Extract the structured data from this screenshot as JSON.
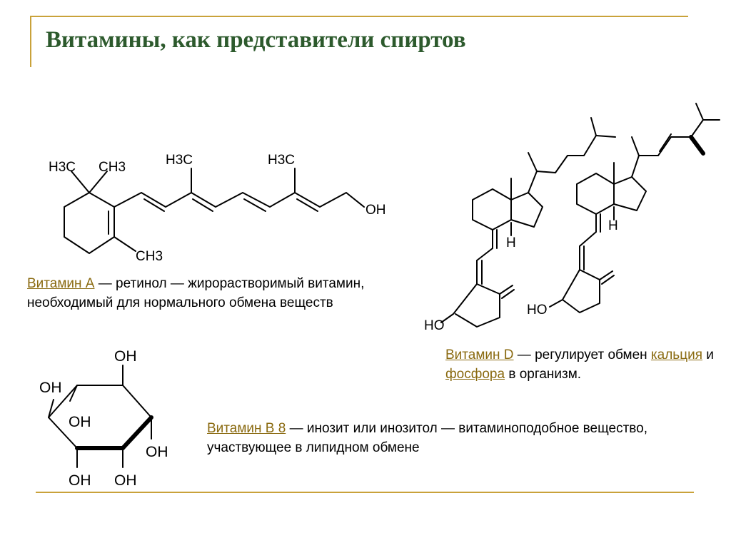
{
  "title": "Витамины, как представители спиртов",
  "vitamin_a": {
    "link": "Витамин А",
    "text": " — ретинол — жирорастворимый витамин, необходимый для нормального обмена веществ",
    "labels": {
      "h3c_1": "H3C",
      "ch3_1": "CH3",
      "h3c_2": "H3C",
      "h3c_3": "H3C",
      "oh": "OH",
      "ch3_2": "CH3"
    }
  },
  "vitamin_d": {
    "link": "Витамин D",
    "text1": " — регулирует обмен ",
    "link_calcium": "кальция",
    "text2": " и ",
    "link_phosphorus": "фосфора",
    "text3": " в организм.",
    "labels": {
      "h_1": "H",
      "h_2": "H",
      "ho_1": "HO",
      "ho_2": "HO"
    }
  },
  "vitamin_b8": {
    "link": "Витамин В 8",
    "text": "  — инозит или инозитол — витаминоподобное вещество, участвующее в липидном обмене",
    "labels": {
      "oh_top": "OH",
      "oh_left": "OH",
      "oh_inner": "OH",
      "oh_right": "OH",
      "oh_bottom_left": "OH",
      "oh_bottom_right": "OH"
    }
  }
}
